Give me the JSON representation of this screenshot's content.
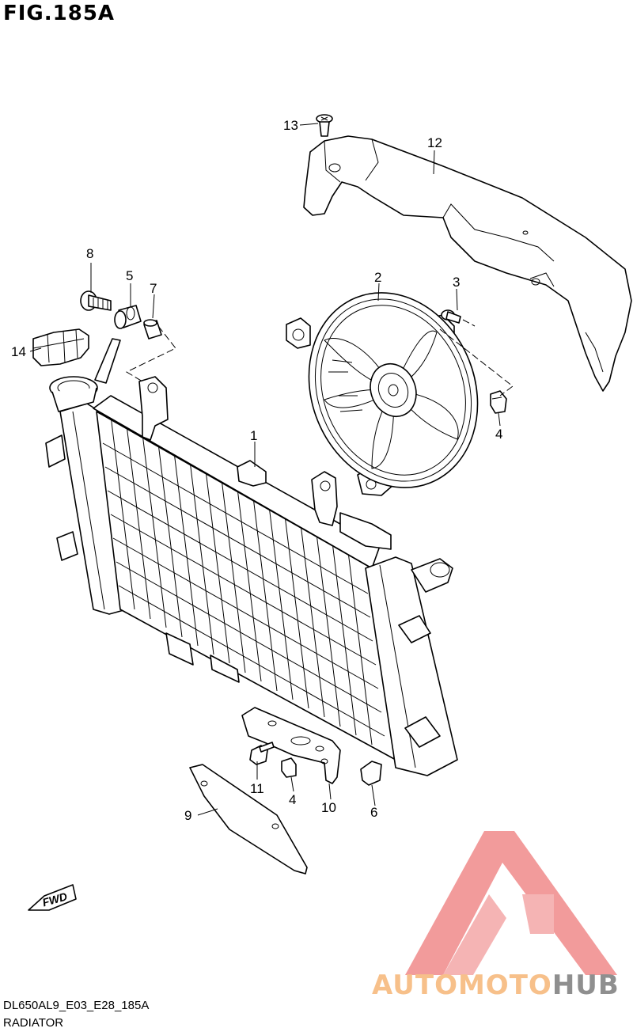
{
  "figure": {
    "title": "FIG.185A",
    "code": "DL650AL9_E03_E28_185A",
    "description": "RADIATOR"
  },
  "callouts": [
    "1",
    "2",
    "3",
    "4",
    "4",
    "5",
    "6",
    "7",
    "8",
    "9",
    "10",
    "11",
    "12",
    "13",
    "14"
  ],
  "badge": {
    "text": "FWD"
  },
  "watermark": {
    "part1": "AUTOMOTO",
    "part2": "HUB",
    "color1": "#f7c08a",
    "color2": "#8f8f8f",
    "logo_color": "#f08a8a"
  }
}
